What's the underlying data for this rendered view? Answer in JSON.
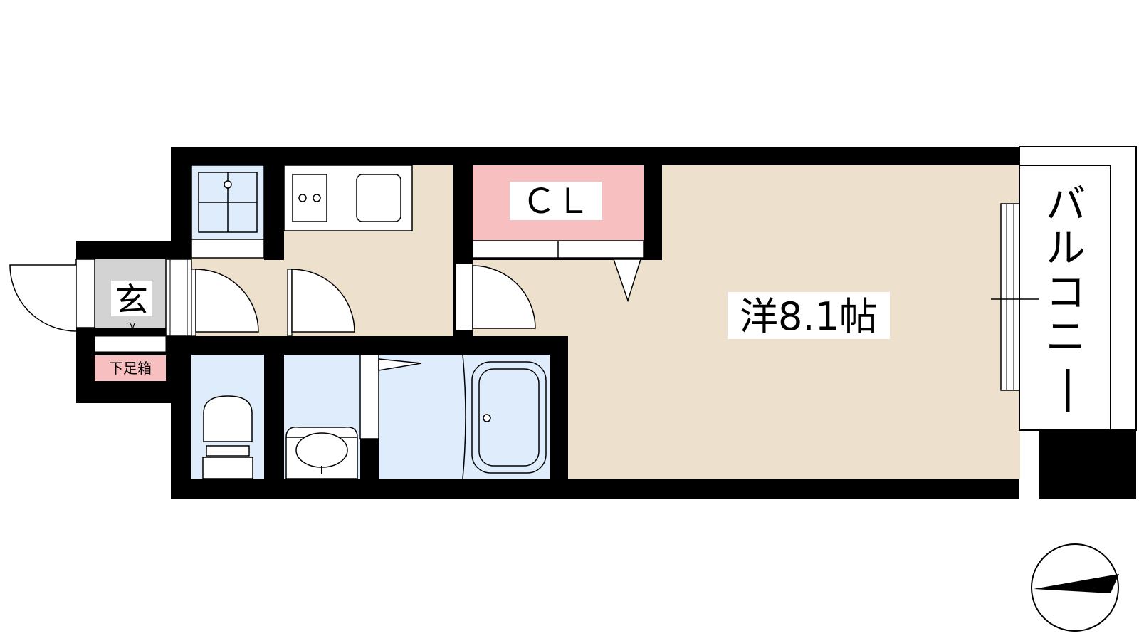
{
  "rooms": {
    "entrance": "玄",
    "shoe_box": "下足箱",
    "closet": "ＣＬ",
    "western_room": "洋8.1帖",
    "balcony": [
      "バ",
      "ル",
      "コ",
      "ニ",
      "ー"
    ]
  },
  "colors": {
    "wall": "#000000",
    "floor": "#ede0cc",
    "wet_area": "#dfecfb",
    "closet": "#f7bfc0",
    "entrance": "#d3d3d3",
    "shoe_box": "#f7bfc0",
    "balcony": "#ffffff"
  },
  "symbols": {
    "north_arrow": "north-arrow-icon",
    "stove": "gas-stove-icon",
    "sink": "kitchen-sink-icon",
    "washer": "washing-machine-pan-icon",
    "toilet": "toilet-icon",
    "washbasin": "washbasin-icon",
    "bathtub": "bathtub-icon"
  }
}
